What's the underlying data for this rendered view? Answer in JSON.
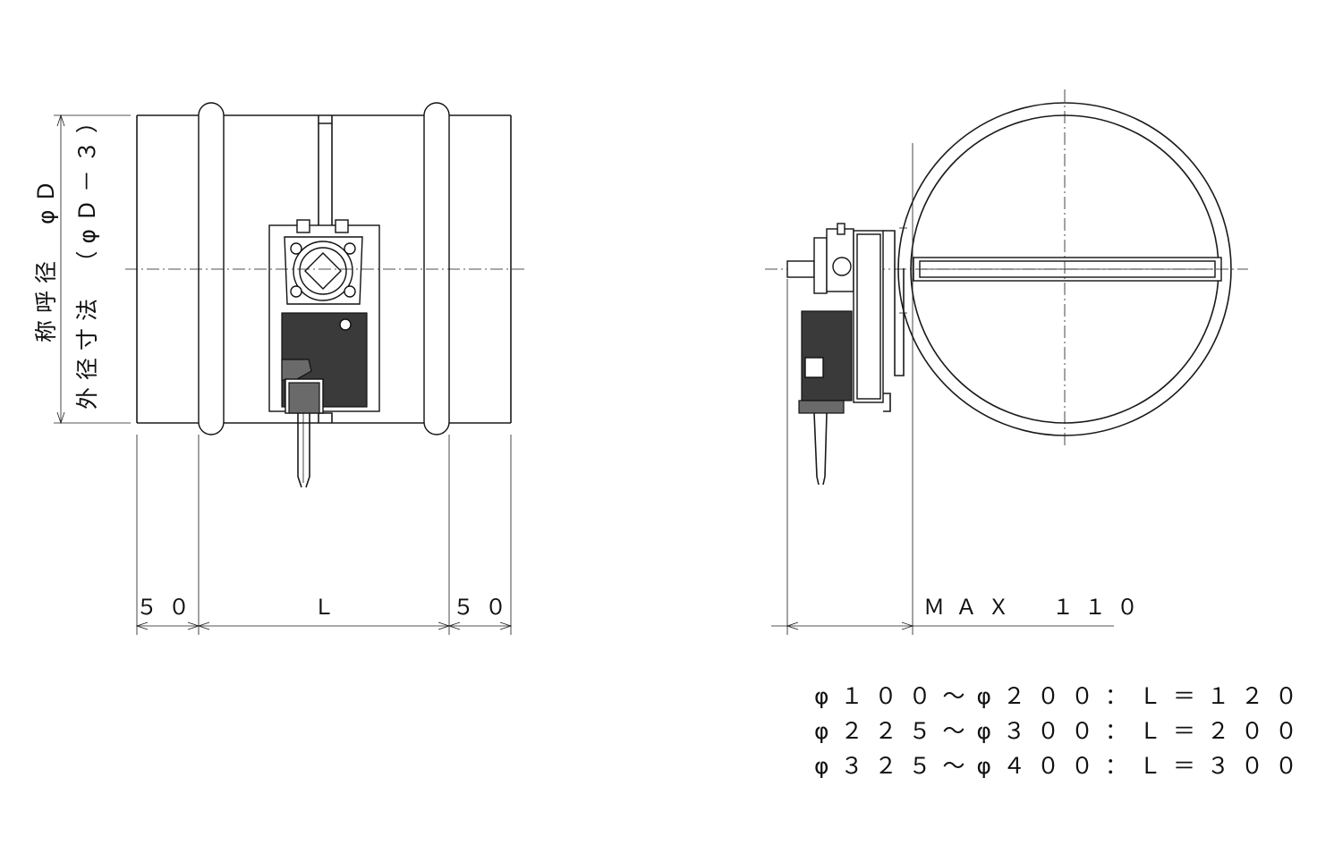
{
  "labels": {
    "nominal": "称呼径　φＤ",
    "outer": "外径寸法　（φＤ－３）",
    "dim_50_left": "５０",
    "dim_L": "Ｌ",
    "dim_50_right": "５０",
    "max": "ＭＡＸ　１１０"
  },
  "table": [
    "φ１００～φ２００：Ｌ＝１２０",
    "φ２２５～φ３００：Ｌ＝２００",
    "φ３２５～φ４００：Ｌ＝３００"
  ]
}
